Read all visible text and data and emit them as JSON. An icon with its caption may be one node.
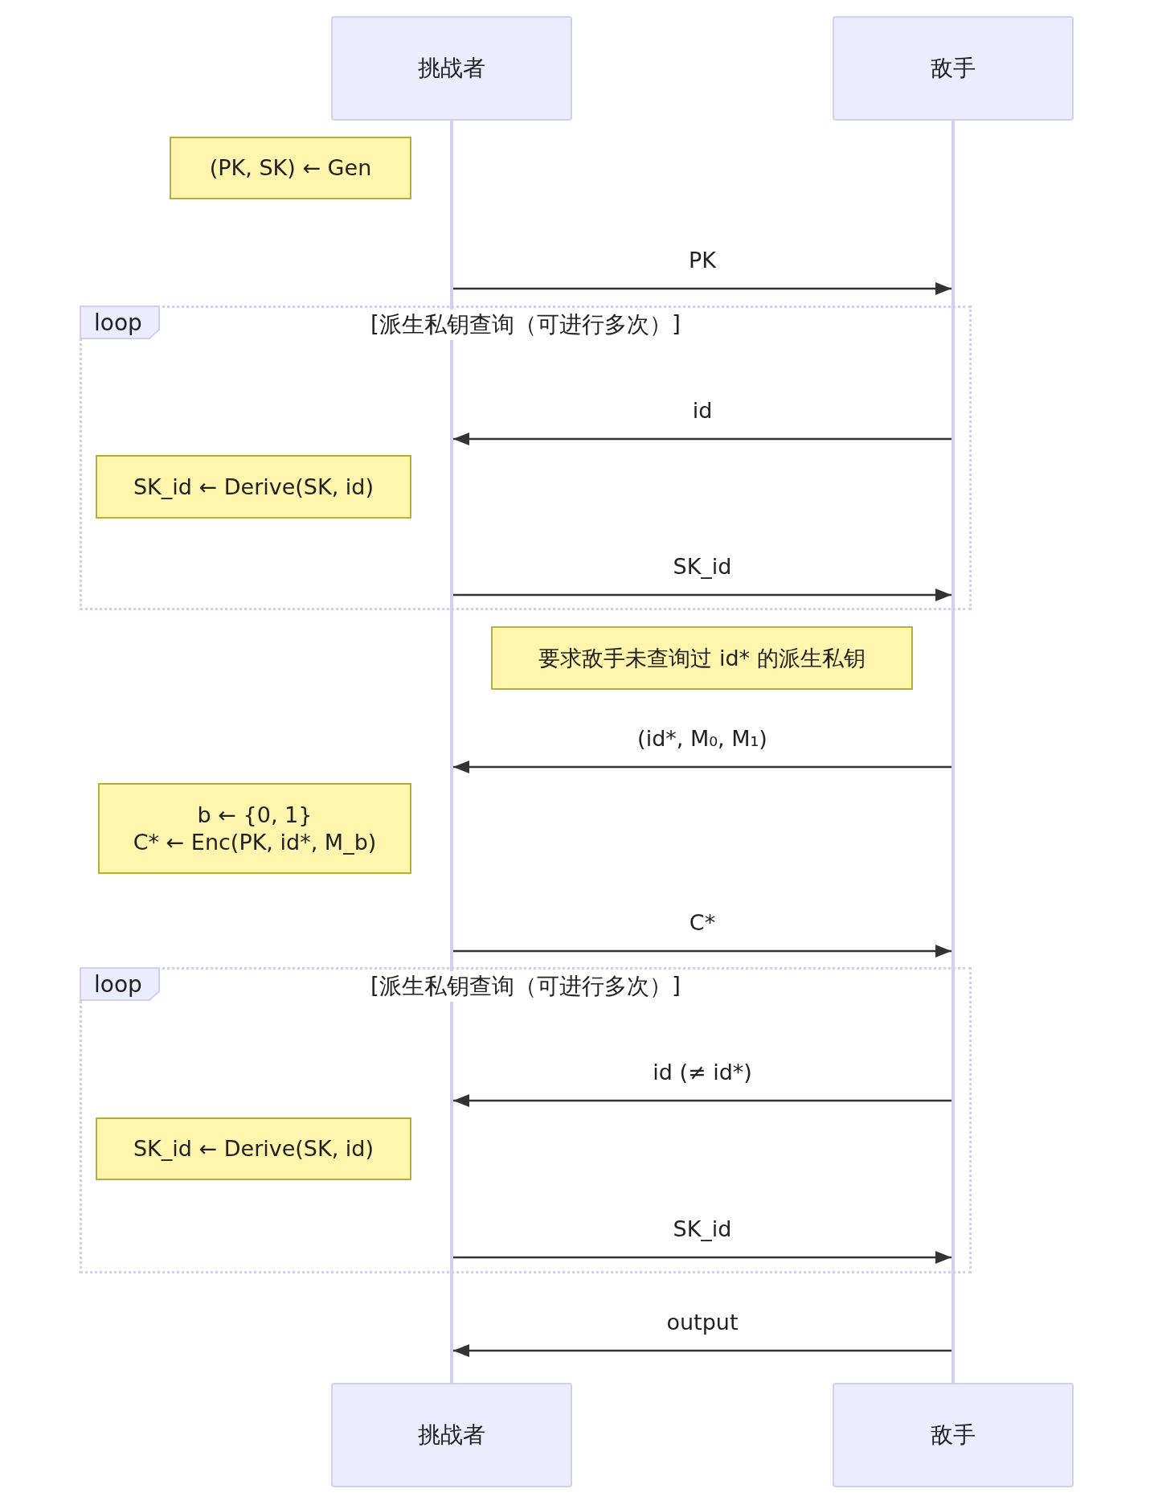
{
  "diagram": {
    "nodes": [
      {
        "text": [
          "挑战者"
        ]
      },
      {
        "text": [
          "敌手"
        ]
      },
      {
        "text": [
          "(PK, SK) ← Gen"
        ]
      },
      {
        "text": [
          "loop",
          "[派生私钥查询（可进行多次）]"
        ]
      },
      {
        "text": [
          "SK_id ← Derive(SK, id)"
        ],
        "in": 3
      },
      {
        "text": [
          "要求敌手未查询过 id* 的派生私钥"
        ]
      },
      {
        "text": [
          "b ← {0, 1}",
          "C* ← Enc(PK, id*, M_b)"
        ]
      },
      {
        "text": [
          "loop",
          "[派生私钥查询（可进行多次）]"
        ]
      },
      {
        "text": [
          "SK_id ← Derive(SK, id)"
        ],
        "in": 7
      },
      {
        "text": [
          "挑战者"
        ]
      },
      {
        "text": [
          "敌手"
        ]
      },
      {
        "text": [],
        "shape": "line"
      },
      {
        "text": [],
        "shape": "line"
      }
    ],
    "edges": [
      {
        "from": 11,
        "to": 12,
        "label": "PK",
        "arrow": "to"
      },
      {
        "from": 12,
        "to": 11,
        "label": "id",
        "arrow": "to"
      },
      {
        "from": 11,
        "to": 12,
        "label": "SK_id",
        "arrow": "to"
      },
      {
        "from": 12,
        "to": 11,
        "label": "(id*, M₀, M₁)",
        "arrow": "to"
      },
      {
        "from": 11,
        "to": 12,
        "label": "C*",
        "arrow": "to"
      },
      {
        "from": 12,
        "to": 11,
        "label": "id (≠ id*)",
        "arrow": "to"
      },
      {
        "from": 11,
        "to": 12,
        "label": "SK_id",
        "arrow": "to"
      },
      {
        "from": 12,
        "to": 11,
        "label": "output",
        "arrow": "to"
      }
    ]
  }
}
